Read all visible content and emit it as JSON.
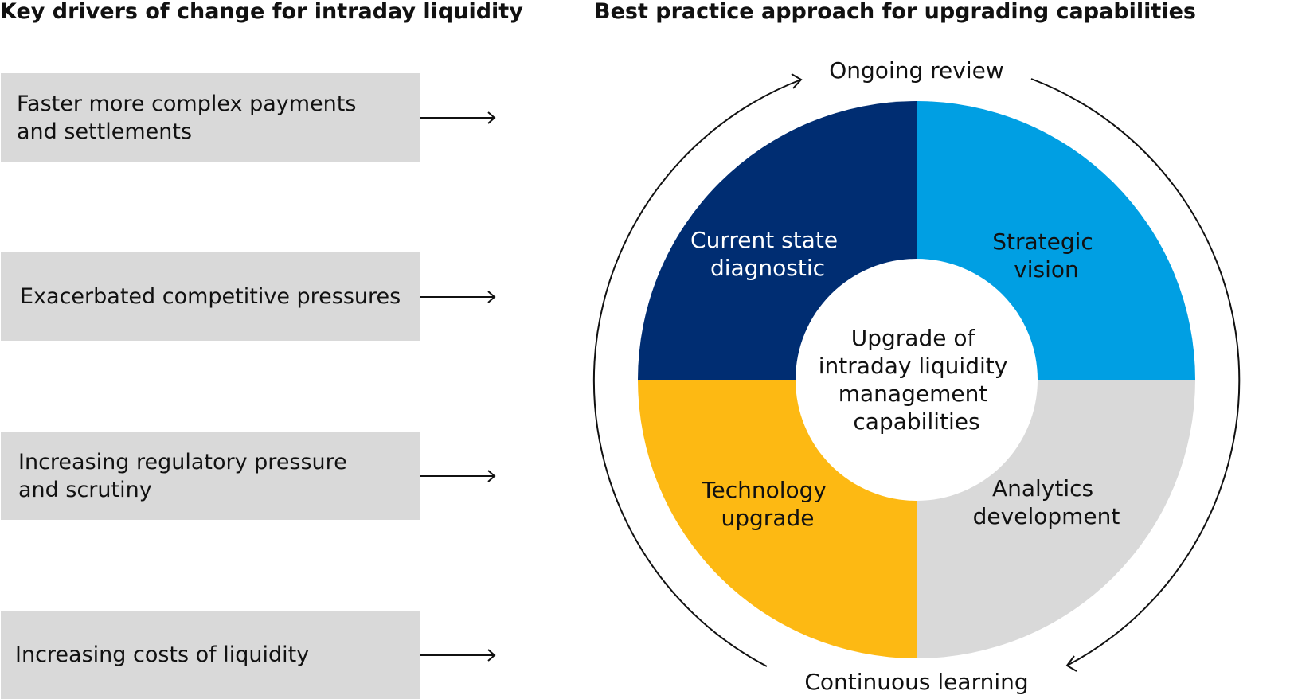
{
  "left_title": "Key drivers of change for intraday liquidity",
  "right_title": "Best practice approach for upgrading capabilities",
  "drivers": [
    "Faster more complex payments\nand settlements",
    "Exacerbated competitive pressures",
    "Increasing regulatory pressure\nand scrutiny",
    "Increasing costs of liquidity"
  ],
  "cycle": {
    "top_label": "Ongoing review",
    "bottom_label": "Continuous learning",
    "center": [
      "Upgrade of",
      "intraday liquidity",
      "management",
      "capabilities"
    ],
    "quadrants": [
      {
        "id": "current-state",
        "lines": [
          "Current state",
          "diagnostic"
        ],
        "color": "#002d72",
        "text_color": "#ffffff"
      },
      {
        "id": "strategic-vision",
        "lines": [
          "Strategic",
          "vision"
        ],
        "color": "#009fe3",
        "text_color": "#111111"
      },
      {
        "id": "analytics",
        "lines": [
          "Analytics",
          "development"
        ],
        "color": "#d9d9d9",
        "text_color": "#111111"
      },
      {
        "id": "technology",
        "lines": [
          "Technology",
          "upgrade"
        ],
        "color": "#fdb913",
        "text_color": "#111111"
      }
    ]
  },
  "colors": {
    "box_bg": "#d9d9d9",
    "line": "#111111"
  }
}
